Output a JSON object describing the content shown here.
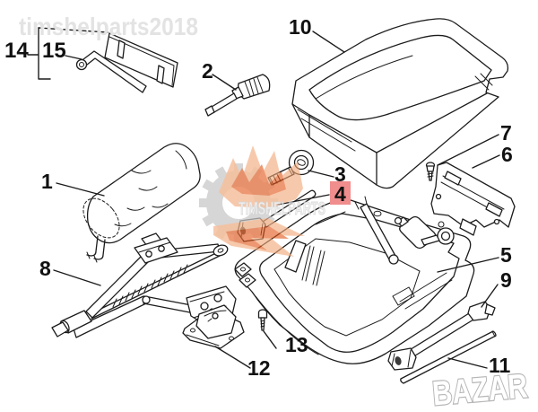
{
  "image": {
    "kind": "exploded-parts-diagram",
    "background": "#ffffff",
    "line_color": "#1c1c1c"
  },
  "watermarks": {
    "top_left_text": "timshelparts2018",
    "top_left_color": "#e3e3e3",
    "center_text": "TIMSHELPARTS",
    "center_text_color": "#e9e9e9",
    "center_text_stroke": "#c6c6c6",
    "gear_color": "#c7c7c7",
    "orange_light": "#f2a878",
    "orange_dark": "#e2581b",
    "bottom_right_text": "BAZAR",
    "bazar_stroke": "#b3b3b3",
    "bazar_fill": "#ffffff"
  },
  "highlight": {
    "box_fill": "#f08d8d",
    "digit_color": "#8f0000"
  },
  "callouts": [
    {
      "label": "1",
      "part": "tool-bag"
    },
    {
      "label": "2",
      "part": "screwdriver"
    },
    {
      "label": "3",
      "part": "towing-eye-bolt"
    },
    {
      "label": "4",
      "part": "extension-rod",
      "highlighted": true
    },
    {
      "label": "5",
      "part": "tool-tray"
    },
    {
      "label": "6",
      "part": "mounting-bracket"
    },
    {
      "label": "7",
      "part": "bracket-screw"
    },
    {
      "label": "8",
      "part": "scissor-jack"
    },
    {
      "label": "9",
      "part": "jack-crank-bolt"
    },
    {
      "label": "10",
      "part": "foam-case-lid"
    },
    {
      "label": "11",
      "part": "tommy-bar-rod"
    },
    {
      "label": "12",
      "part": "jack-support-pad"
    },
    {
      "label": "13",
      "part": "pad-screw"
    },
    {
      "label": "14",
      "part": "bracket-plate-group"
    },
    {
      "label": "15",
      "part": "wheel-brace"
    }
  ]
}
